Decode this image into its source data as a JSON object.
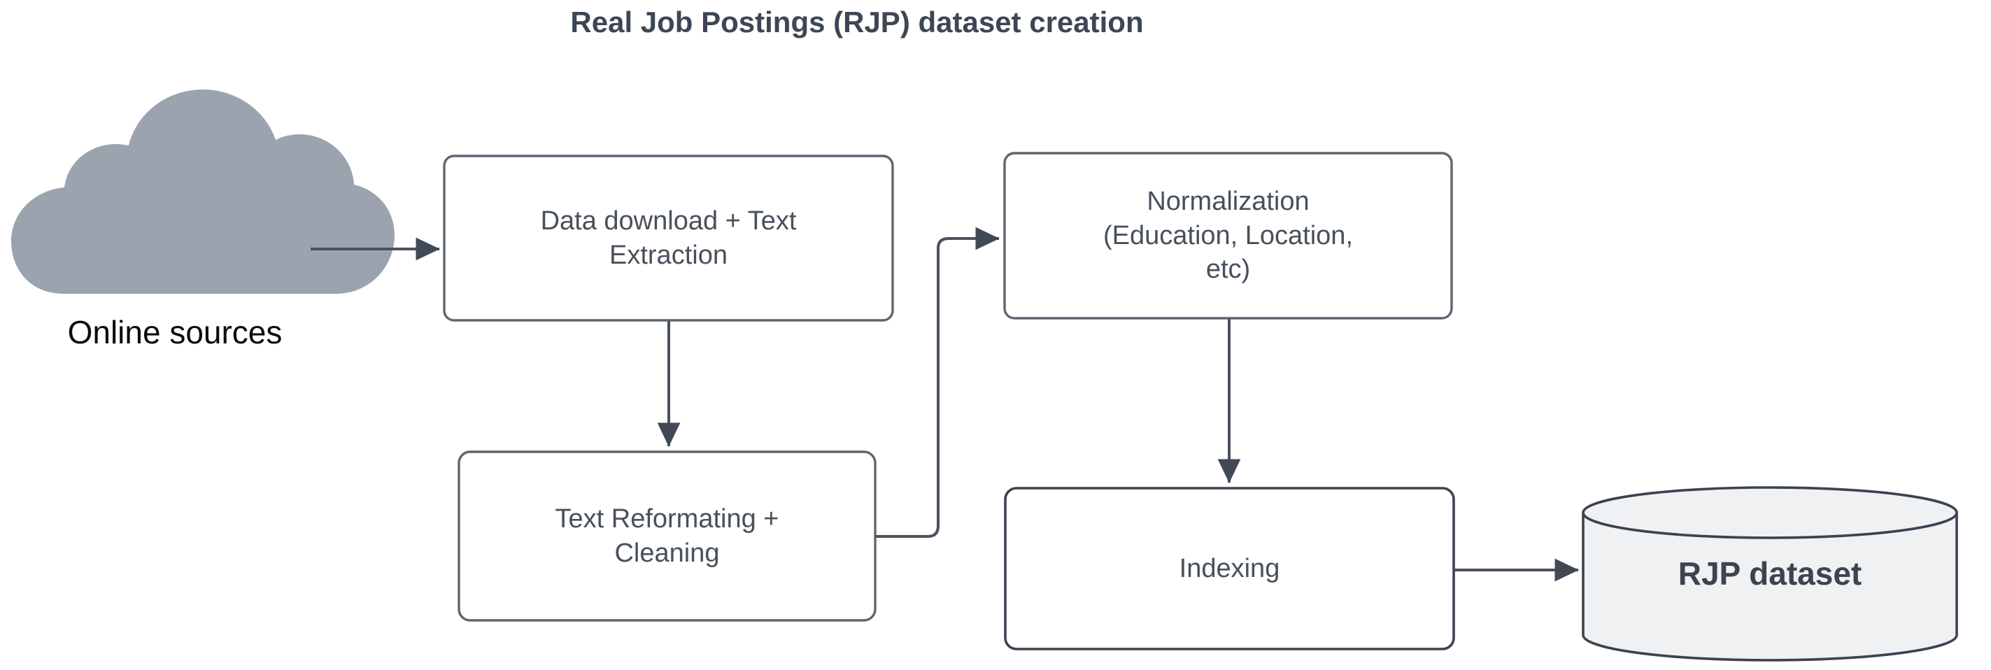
{
  "title": "Real Job Postings (RJP) dataset creation",
  "source": {
    "icon": "cloud-icon",
    "label": "Online sources",
    "fill": "#9ba3ae"
  },
  "nodes": [
    {
      "id": "data-download",
      "label": "Data download + Text\nExtraction",
      "shape": "rounded-rect",
      "fill": "#ffffff",
      "stroke": "#5d6670"
    },
    {
      "id": "normalization",
      "label": "Normalization\n(Education, Location,\netc)",
      "shape": "rounded-rect",
      "fill": "#ffffff",
      "stroke": "#5d6670"
    },
    {
      "id": "text-reformating",
      "label": "Text Reformating +\nCleaning",
      "shape": "rounded-rect",
      "fill": "#ffffff",
      "stroke": "#5d6670"
    },
    {
      "id": "indexing",
      "label": "Indexing",
      "shape": "rounded-rect",
      "fill": "#ffffff",
      "stroke": "#3b434f"
    },
    {
      "id": "rjp-dataset",
      "label": "RJP dataset",
      "shape": "cylinder",
      "fill": "#eff1f3",
      "stroke": "#3b434f"
    }
  ],
  "edges": [
    {
      "from": "online-sources",
      "to": "data-download",
      "style": "straight-right"
    },
    {
      "from": "data-download",
      "to": "text-reformating",
      "style": "straight-down"
    },
    {
      "from": "text-reformating",
      "to": "normalization",
      "style": "elbow-right-up"
    },
    {
      "from": "normalization",
      "to": "indexing",
      "style": "straight-down"
    },
    {
      "from": "indexing",
      "to": "rjp-dataset",
      "style": "straight-right"
    }
  ],
  "colors": {
    "background": "#ffffff",
    "title_text": "#3d4654",
    "node_text": "#48505b",
    "node_stroke": "#5d6670",
    "edge_stroke": "#4a525e",
    "cloud_fill": "#9ba3ae",
    "cylinder_fill": "#eff1f3"
  }
}
